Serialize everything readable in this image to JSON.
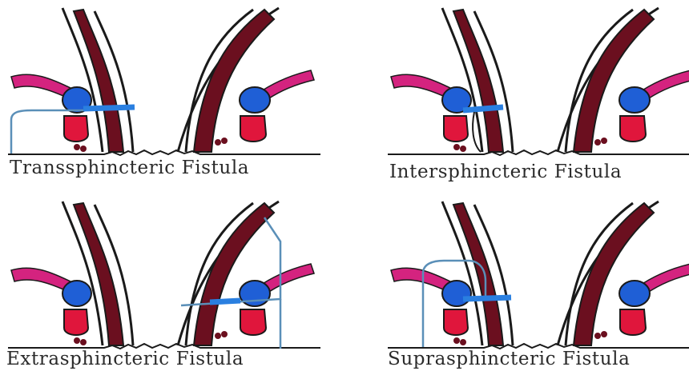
{
  "panels": [
    {
      "id": "transsphincteric",
      "caption": "Transsphincteric Fistula"
    },
    {
      "id": "intersphincteric",
      "caption": "Intersphincteric Fistula"
    },
    {
      "id": "extrasphincteric",
      "caption": "Extrasphincteric Fistula"
    },
    {
      "id": "suprasphincteric",
      "caption": "Suprasphincteric Fistula"
    }
  ],
  "colors": {
    "muscle_wall": "#6b0f1f",
    "levator": "#d4237f",
    "puborectalis": "#1f5fd6",
    "external_sphincter": "#e0163c",
    "gland_dots": "#6b0f1f",
    "outline": "#1a1a1a",
    "fistula_tract": "#5a8fb8",
    "fistula_segment": "#2a7fe0"
  }
}
